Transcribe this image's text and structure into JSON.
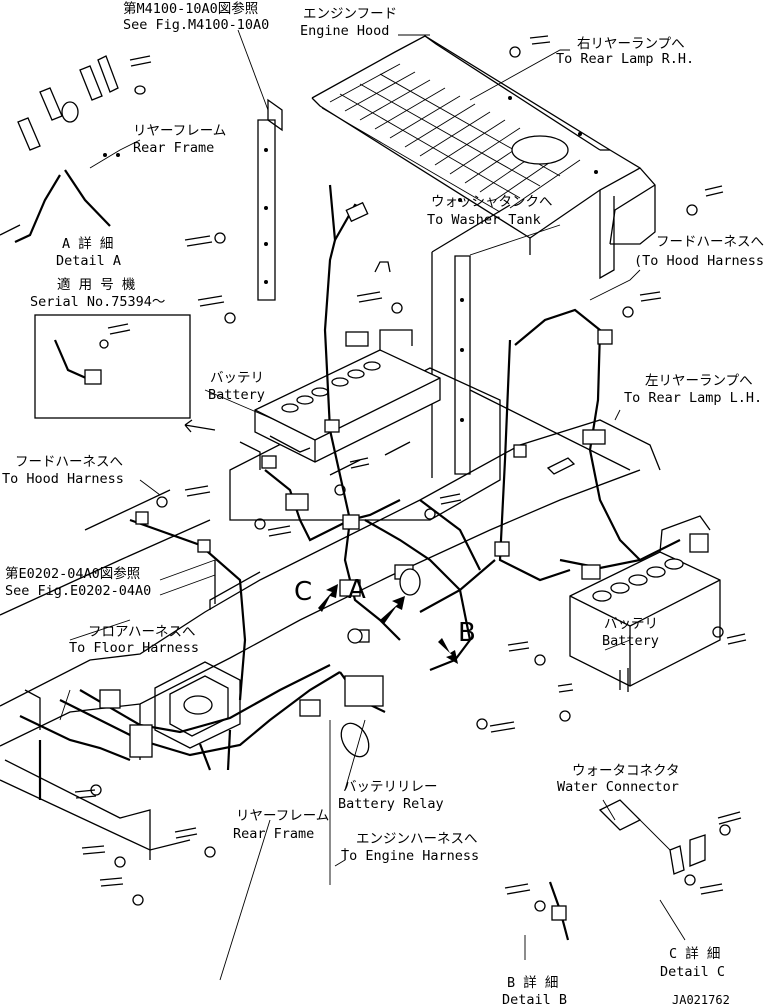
{
  "labels": {
    "see_m4100_jp": "第M4100-10A0図参照",
    "see_m4100_en": "See Fig.M4100-10A0",
    "engine_hood_jp": "エンジンフード",
    "engine_hood_en": "Engine Hood",
    "rear_lamp_rh_jp": "右リヤーランプへ",
    "rear_lamp_rh_en": "To Rear Lamp R.H.",
    "rear_frame_top_jp": "リヤーフレーム",
    "rear_frame_top_en": "Rear Frame",
    "washer_tank_jp": "ウォッシャタンクへ",
    "washer_tank_en": "To Washer Tank",
    "detail_a_jp": "A 詳 細",
    "detail_a_en": "Detail A",
    "hood_harness_right_jp": "フードハーネスへ",
    "hood_harness_right_en": "(To Hood Harness",
    "serial_jp": "適 用 号 機",
    "serial_en": "Serial No.75394～",
    "battery_top_jp": "バッテリ",
    "battery_top_en": "Battery",
    "rear_lamp_lh_jp": "左リヤーランプへ",
    "rear_lamp_lh_en": "To Rear Lamp L.H.",
    "hood_harness_left_jp": "フードハーネスへ",
    "hood_harness_left_en": "To Hood Harness",
    "see_e0202_jp": "第E0202-04A0図参照",
    "see_e0202_en": "See Fig.E0202-04A0",
    "floor_harness_jp": "フロアハーネスへ",
    "floor_harness_en": "To Floor Harness",
    "battery_right_jp": "バッテリ",
    "battery_right_en": "Battery",
    "callout_c": "C",
    "callout_a": "A",
    "callout_b": "B",
    "battery_relay_jp": "バッテリリレー",
    "battery_relay_en": "Battery Relay",
    "rear_frame_bottom_jp": "リヤーフレーム",
    "rear_frame_bottom_en": "Rear Frame",
    "engine_harness_jp": "エンジンハーネスへ",
    "engine_harness_en": "To Engine Harness",
    "water_connector_jp": "ウォータコネクタ",
    "water_connector_en": "Water Connector",
    "detail_c_jp": "C 詳 細",
    "detail_c_en": "Detail C",
    "detail_b_jp": "B 詳 細",
    "detail_b_en": "Detail B",
    "drawing_no": "JA021762"
  }
}
